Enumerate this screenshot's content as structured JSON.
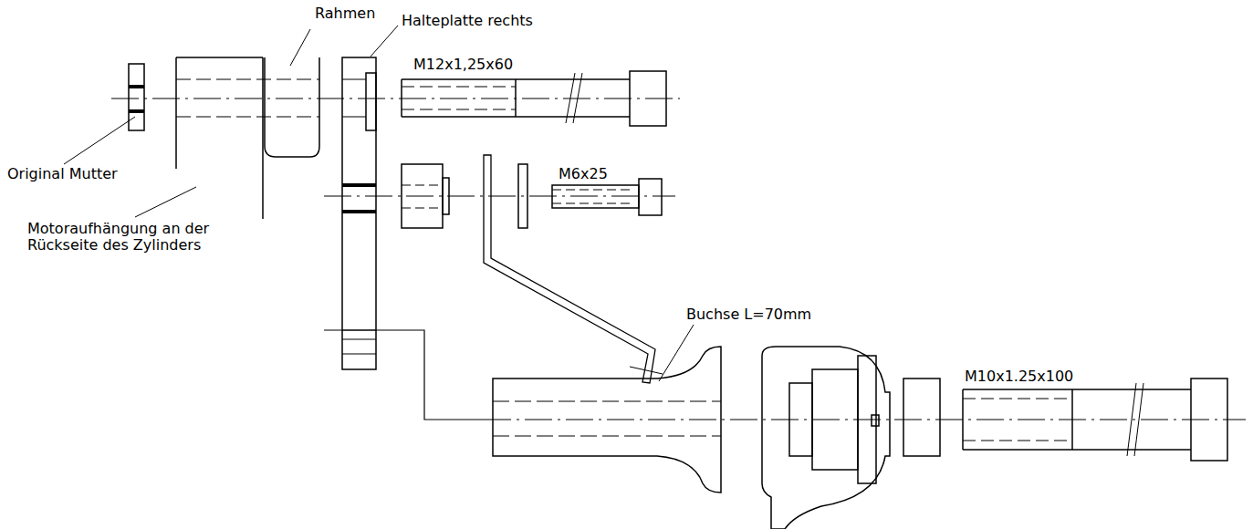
{
  "diagram": {
    "labels": [
      "Rahmen",
      "Halteplatte rechts",
      "M12x1,25x60",
      "Original Mutter",
      "M6x25",
      "Motoraufhängung an der Rückseite des Zylinders",
      "Buchse L=70mm",
      "M10x1.25x100"
    ]
  }
}
